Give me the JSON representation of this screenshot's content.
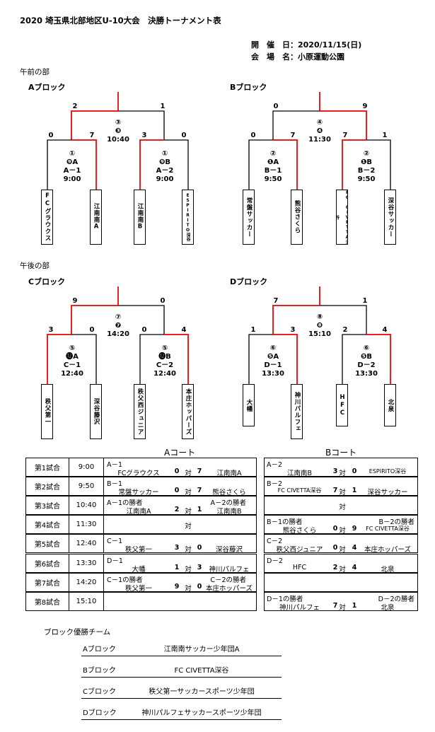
{
  "title": "2020 埼玉県北部地区U-10大会　決勝トーナメント表",
  "info": {
    "date_label": "開　催　日：2020/11/15(日)",
    "venue_label": "会　場　名：小原運動公園"
  },
  "sections": {
    "am": "午前の部",
    "pm": "午後の部"
  },
  "blocks": {
    "A": {
      "name": "Aブロック",
      "final": {
        "no": "③",
        "code": "❸",
        "time": "10:40",
        "scores": [
          "2",
          "1"
        ]
      },
      "semis": [
        {
          "no": "①",
          "code": "❾A",
          "match": "A－1",
          "time": "9:00",
          "scores": [
            "0",
            "7"
          ]
        },
        {
          "no": "①",
          "code": "❾B",
          "match": "A－2",
          "time": "9:00",
          "scores": [
            "3",
            "0"
          ]
        }
      ],
      "teams": [
        "FCグラウクス",
        "江南南A",
        "江南南B",
        "ESPIRITO深谷"
      ]
    },
    "B": {
      "name": "Bブロック",
      "final": {
        "no": "④",
        "code": "❹",
        "time": "11:30",
        "scores": [
          "0",
          "9"
        ]
      },
      "semis": [
        {
          "no": "②",
          "code": "❶A",
          "match": "B－1",
          "time": "9:50",
          "scores": [
            "0",
            "7"
          ]
        },
        {
          "no": "②",
          "code": "❶B",
          "match": "B－2",
          "time": "9:50",
          "scores": [
            "7",
            "1"
          ]
        }
      ],
      "teams": [
        "常盤サッカー",
        "熊谷さくら",
        "FC CIVETTA深谷",
        "深谷サッカー"
      ]
    },
    "C": {
      "name": "Cブロック",
      "final": {
        "no": "⑦",
        "code": "❼",
        "time": "14:20",
        "scores": [
          "9",
          "0"
        ]
      },
      "semis": [
        {
          "no": "⑤",
          "code": "⓬A",
          "match": "C－1",
          "time": "12:40",
          "scores": [
            "3",
            "0"
          ]
        },
        {
          "no": "⑤",
          "code": "⓬B",
          "match": "C－2",
          "time": "12:40",
          "scores": [
            "0",
            "4"
          ]
        }
      ],
      "teams": [
        "秩父第一",
        "深谷藤沢",
        "秩父西ジュニア",
        "本庄ホッパーズ"
      ]
    },
    "D": {
      "name": "Dブロック",
      "final": {
        "no": "⑧",
        "code": "❽",
        "time": "15:10",
        "scores": [
          "7",
          "1"
        ]
      },
      "semis": [
        {
          "no": "⑥",
          "code": "❺A",
          "match": "D－1",
          "time": "13:30",
          "scores": [
            "1",
            "3"
          ]
        },
        {
          "no": "⑥",
          "code": "❺B",
          "match": "D－2",
          "time": "13:30",
          "scores": [
            "2",
            "4"
          ]
        }
      ],
      "teams": [
        "大幡",
        "神川パルフェ",
        "HFC",
        "北泉"
      ]
    }
  },
  "schedule": {
    "courtA": "Aコート",
    "courtB": "Bコート",
    "vs": "対",
    "games": [
      {
        "no": "第1試合",
        "time": "9:00",
        "a": {
          "code": "A－1",
          "left": "FCグラウクス",
          "ls": "0",
          "rs": "7",
          "right": "江南南A"
        },
        "b": {
          "code": "A－2",
          "left": "江南南B",
          "ls": "3",
          "rs": "0",
          "right": "ESPIRITO深谷"
        }
      },
      {
        "no": "第2試合",
        "time": "9:50",
        "a": {
          "code": "B－1",
          "left": "常盤サッカー",
          "ls": "0",
          "rs": "7",
          "right": "熊谷さくら"
        },
        "b": {
          "code": "B－2",
          "left": "FC CIVETTA深谷",
          "ls": "7",
          "rs": "1",
          "right": "深谷サッカー"
        }
      },
      {
        "no": "第3試合",
        "time": "10:40",
        "a": {
          "code": "A－1の勝者",
          "code2": "A－2の勝者",
          "left": "江南南A",
          "ls": "2",
          "rs": "1",
          "right": "江南南B"
        },
        "b": {
          "code": "",
          "left": "",
          "ls": "",
          "rs": "",
          "right": ""
        }
      },
      {
        "no": "第4試合",
        "time": "11:30",
        "a": {
          "code": "",
          "left": "",
          "ls": "",
          "rs": "",
          "right": ""
        },
        "b": {
          "code": "B－1の勝者",
          "code2": "B－2の勝者",
          "left": "熊谷さくら",
          "ls": "0",
          "rs": "9",
          "right": "FC CIVETTA深谷"
        }
      },
      {
        "no": "第5試合",
        "time": "12:40",
        "a": {
          "code": "C－1",
          "left": "秩父第一",
          "ls": "3",
          "rs": "0",
          "right": "深谷藤沢"
        },
        "b": {
          "code": "C－2",
          "left": "秩父西ジュニア",
          "ls": "0",
          "rs": "4",
          "right": "本庄ホッパーズ"
        }
      },
      {
        "no": "第6試合",
        "time": "13:30",
        "a": {
          "code": "D－1",
          "left": "大幡",
          "ls": "1",
          "rs": "3",
          "right": "神川パルフェ"
        },
        "b": {
          "code": "D－2",
          "left": "HFC",
          "ls": "2",
          "rs": "4",
          "right": "北泉"
        }
      },
      {
        "no": "第7試合",
        "time": "14:20",
        "a": {
          "code": "C－1の勝者",
          "code2": "C－2の勝者",
          "left": "秩父第一",
          "ls": "9",
          "rs": "0",
          "right": "本庄ホッパーズ"
        },
        "b": {
          "code": "",
          "left": "",
          "ls": "",
          "rs": "",
          "right": ""
        }
      },
      {
        "no": "第8試合",
        "time": "15:10",
        "a": {
          "code": "",
          "left": "",
          "ls": "",
          "rs": "",
          "right": ""
        },
        "b": {
          "code": "D－1の勝者",
          "code2": "D－2の勝者",
          "left": "神川パルフェ",
          "ls": "7",
          "rs": "1",
          "right": "北泉"
        }
      }
    ]
  },
  "winners": {
    "title": "ブロック優勝チーム",
    "rows": [
      {
        "block": "Aブロック",
        "team": "江南南サッカー少年団A"
      },
      {
        "block": "Bブロック",
        "team": "FC CIVETTA深谷"
      },
      {
        "block": "Cブロック",
        "team": "秩父第一サッカースポーツ少年団"
      },
      {
        "block": "Dブロック",
        "team": "神川パルフェサッカースポーツ少年団"
      }
    ]
  },
  "colors": {
    "winner_line": "#e8201e",
    "line": "#000000"
  }
}
